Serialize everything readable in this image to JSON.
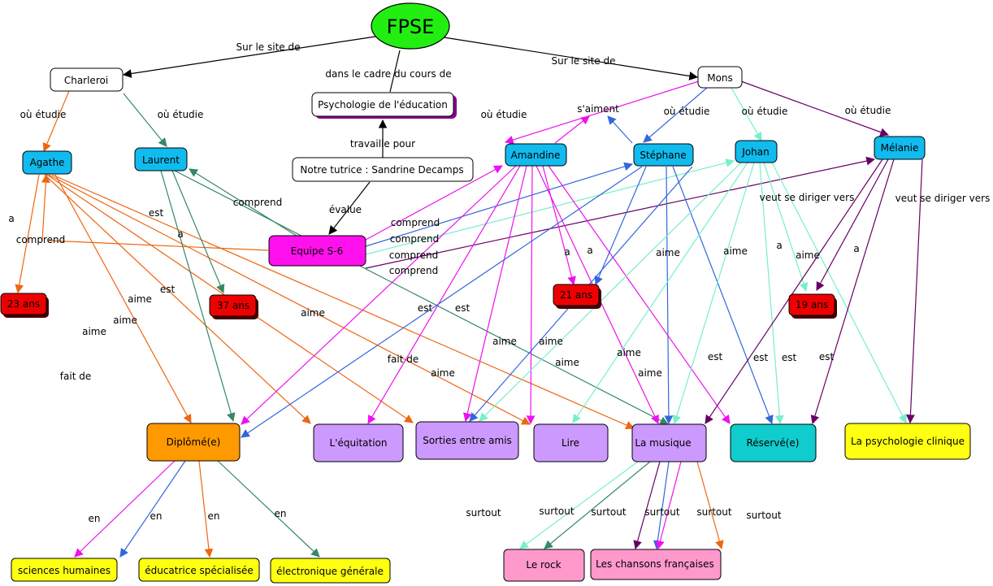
{
  "nodes": {
    "fpse": {
      "label": "FPSE",
      "fill": "#22ee11"
    },
    "charleroi": {
      "label": "Charleroi",
      "fill": "#ffffff"
    },
    "mons": {
      "label": "Mons",
      "fill": "#ffffff"
    },
    "psycho_edu": {
      "label": "Psychologie de l'éducation",
      "fill": "#ffffff"
    },
    "tutrice": {
      "label": "Notre tutrice : Sandrine Decamps",
      "fill": "#ffffff"
    },
    "equipe": {
      "label": "Equipe S-6",
      "fill": "#ff11ee"
    },
    "agathe": {
      "label": "Agathe",
      "fill": "#11bbee"
    },
    "laurent": {
      "label": "Laurent",
      "fill": "#11bbee"
    },
    "amandine": {
      "label": "Amandine",
      "fill": "#11bbee"
    },
    "stephane": {
      "label": "Stéphane",
      "fill": "#11bbee"
    },
    "johan": {
      "label": "Johan",
      "fill": "#11bbee"
    },
    "melanie": {
      "label": "Mélanie",
      "fill": "#11bbee"
    },
    "age23": {
      "label": "23 ans",
      "fill": "#ee0000"
    },
    "age37": {
      "label": "37 ans",
      "fill": "#ee0000"
    },
    "age21": {
      "label": "21 ans",
      "fill": "#ee0000"
    },
    "age19": {
      "label": "19 ans",
      "fill": "#ee0000"
    },
    "diplome": {
      "label": "Diplômé(e)",
      "fill": "#ff9900"
    },
    "equitation": {
      "label": "L'équitation",
      "fill": "#cc99ff"
    },
    "sorties": {
      "label": "Sorties entre amis",
      "fill": "#cc99ff"
    },
    "lire": {
      "label": "Lire",
      "fill": "#cc99ff"
    },
    "musique": {
      "label": "La musique",
      "fill": "#cc99ff"
    },
    "reserve": {
      "label": "Réservé(e)",
      "fill": "#11cccc"
    },
    "psycho_clin": {
      "label": "La psychologie clinique",
      "fill": "#ffff11"
    },
    "sciences": {
      "label": "sciences humaines",
      "fill": "#ffff11"
    },
    "educatrice": {
      "label": "éducatrice spécialisée",
      "fill": "#ffff11"
    },
    "electronique": {
      "label": "électronique générale",
      "fill": "#ffff11"
    },
    "rock": {
      "label": "Le rock",
      "fill": "#ff99cc"
    },
    "chansons": {
      "label": "Les chansons françaises",
      "fill": "#ff99cc"
    }
  },
  "link_labels": {
    "site_charleroi": "Sur le site de",
    "site_mons": "Sur le site de",
    "cadre_cours": "dans le cadre du cours de",
    "travaille_pour": "travaille pour",
    "evalue": "évalue",
    "saiment": "s'aiment",
    "ou_etudie_agathe": "où étudie",
    "ou_etudie_laurent": "où étudie",
    "ou_etudie_amandine": "où étudie",
    "ou_etudie_stephane": "où étudie",
    "ou_etudie_johan": "où étudie",
    "ou_etudie_melanie": "où étudie",
    "comprend_laurent": "comprend",
    "comprend_agathe": "comprend",
    "comprend_amandine": "comprend",
    "comprend_stephane": "comprend",
    "comprend_johan": "comprend",
    "comprend_melanie": "comprend",
    "a_agathe": "a",
    "a_laurent": "a",
    "a_amandine": "a",
    "a_melanie": "a",
    "est_laurent1": "est",
    "est_laurent2": "est",
    "aime_agathe1": "aime",
    "aime_agathe2": "aime",
    "aime_agathe3": "aime",
    "fait_de_agathe": "fait de",
    "aime_laurent": "aime",
    "est_amandine": "est",
    "est_stephane": "est",
    "fait_de_amandine": "fait de",
    "aime_amandine1": "aime",
    "aime_amandine2": "aime",
    "aime_amandine3": "aime",
    "aime_stephane1": "aime",
    "aime_stephane2": "aime",
    "aime_johan1": "aime",
    "aime_johan2": "aime",
    "aime_johan3": "aime",
    "aime_melanie": "aime",
    "est_amandine2": "est",
    "est_stephane2": "est",
    "est_johan": "est",
    "est_melanie": "est",
    "veut_johan": "veut se diriger vers",
    "veut_melanie": "veut se diriger vers",
    "en1": "en",
    "en2": "en",
    "en3": "en",
    "en4": "en",
    "surtout1": "surtout",
    "surtout2": "surtout",
    "surtout3": "surtout",
    "surtout4": "surtout",
    "surtout5": "surtout",
    "surtout6": "surtout"
  }
}
